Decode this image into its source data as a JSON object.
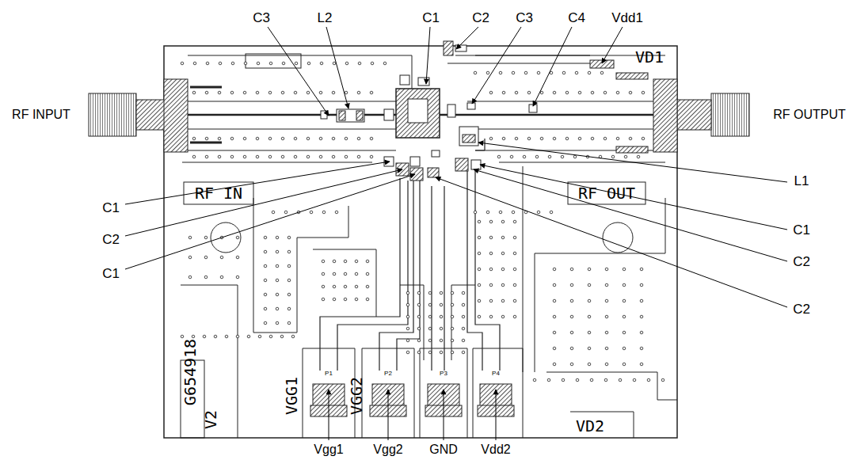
{
  "diagram": {
    "labels": [
      "RF INPUT",
      "RF OUTPUT",
      "C3",
      "L2",
      "C1",
      "C2",
      "C3",
      "C4",
      "Vdd1",
      "L1",
      "C1",
      "C2",
      "C2",
      "C1",
      "C2",
      "C1",
      "Vgg1",
      "Vgg2",
      "GND",
      "Vdd2",
      "RF IN",
      "RF OUT",
      "VD1",
      "VGG1",
      "VGG2",
      "VD2",
      "G654918",
      "V2",
      "P1",
      "P2",
      "P3",
      "P4"
    ]
  }
}
